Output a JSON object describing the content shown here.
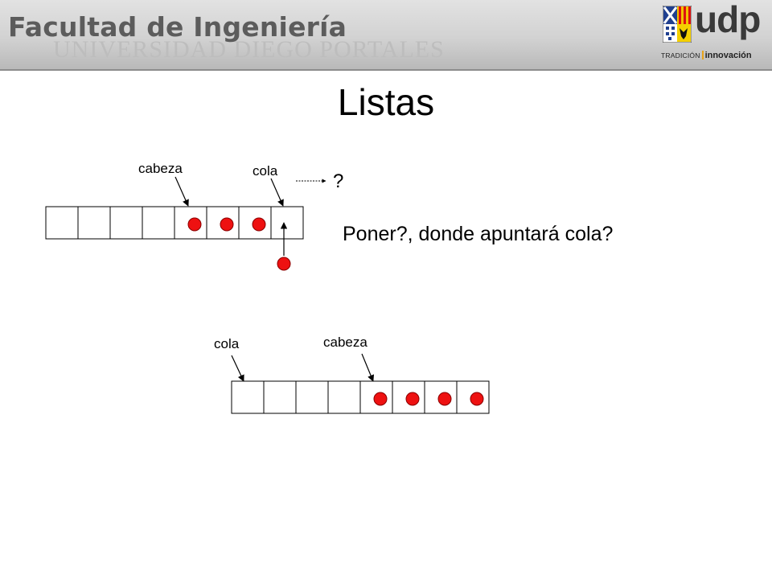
{
  "header": {
    "faculty": "Facultad de Ingeniería",
    "university": "UNIVERSIDAD DIEGO PORTALES",
    "logo": {
      "name": "udp",
      "tagline_left": "TRADICIÓN",
      "tagline_right": "innovación"
    }
  },
  "slide": {
    "title": "Listas",
    "question": "Poner?, donde apuntará cola?"
  },
  "diagram1": {
    "cells": 8,
    "filled_cells": [
      5,
      6,
      7
    ],
    "head_label": "cabeza",
    "head_cell": 5,
    "tail_label": "cola",
    "tail_cell": 8,
    "tail_next": "?",
    "incoming_item_cell": 8
  },
  "diagram2": {
    "cells": 8,
    "filled_cells": [
      5,
      6,
      7,
      8
    ],
    "head_label": "cabeza",
    "head_cell": 5,
    "tail_label": "cola",
    "tail_cell": 1
  },
  "colors": {
    "dot_fill": "#ee1111",
    "dot_stroke": "#8a0000",
    "cell_stroke": "#000000",
    "header_text": "#5c5c5c",
    "logo_orange": "#e8a318"
  }
}
